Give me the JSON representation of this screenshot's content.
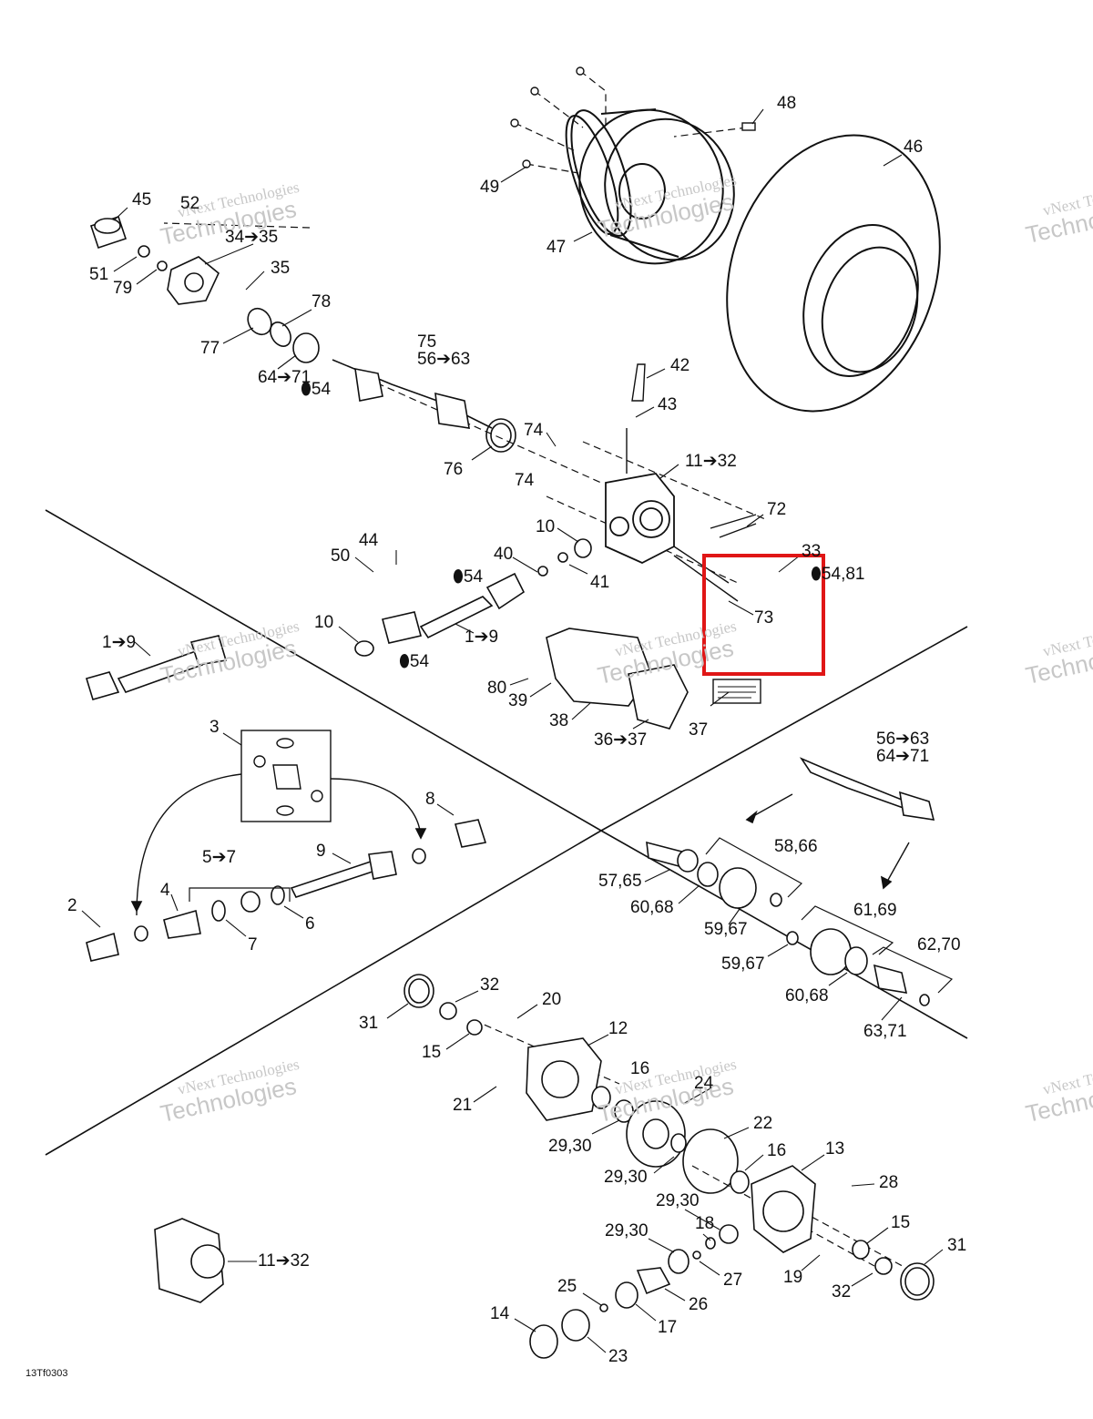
{
  "figure_id": "13Tf0303",
  "watermark": {
    "line1": "vNext Technologies",
    "line2": "Technologies"
  },
  "highlight_color": "#e01616",
  "callouts": [
    "48",
    "46",
    "49",
    "47",
    "45",
    "52",
    "51",
    "79",
    "34➔35",
    "35",
    "78",
    "77",
    "75",
    "56➔63",
    "64➔71",
    "54",
    "42",
    "43",
    "76",
    "74",
    "74",
    "11➔32",
    "72",
    "10",
    "33",
    "54,81",
    "73",
    "44",
    "50",
    "40",
    "54",
    "41",
    "1➔9",
    "10",
    "54",
    "1➔9",
    "80",
    "39",
    "38",
    "36➔37",
    "37",
    "3",
    "8",
    "9",
    "5➔7",
    "4",
    "2",
    "7",
    "6",
    "56➔63",
    "64➔71",
    "58,66",
    "57,65",
    "60,68",
    "59,67",
    "61,69",
    "59,67",
    "62,70",
    "60,68",
    "63,71",
    "32",
    "20",
    "31",
    "12",
    "15",
    "16",
    "24",
    "21",
    "22",
    "29,30",
    "29,30",
    "16",
    "13",
    "28",
    "29,30",
    "18",
    "15",
    "31",
    "29,30",
    "27",
    "19",
    "32",
    "25",
    "26",
    "14",
    "17",
    "23",
    "11➔32"
  ]
}
